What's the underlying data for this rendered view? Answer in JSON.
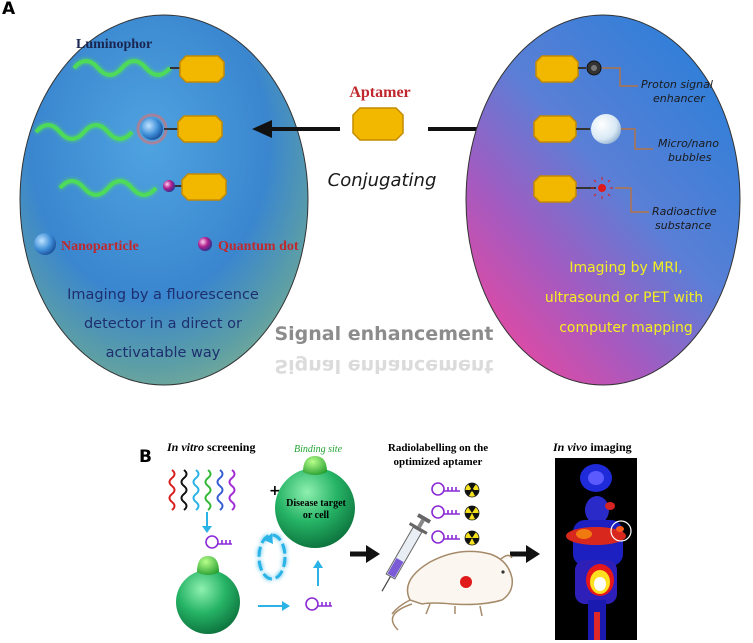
{
  "panel_a": {
    "label": "A",
    "left_ellipse": {
      "luminophor_label": "Luminophor",
      "legend": {
        "nanoparticle": "Nanoparticle",
        "quantum_dot": "Quantum dot"
      },
      "caption_lines": [
        "Imaging by a fluorescence",
        "detector in a direct or",
        "activatable way"
      ]
    },
    "center": {
      "aptamer_label": "Aptamer",
      "conjugating_label": "Conjugating",
      "signal_enhancement": "Signal enhancement"
    },
    "right_ellipse": {
      "items": [
        {
          "lines": [
            "Proton signal",
            "enhancer"
          ]
        },
        {
          "lines": [
            "Micro/nano",
            "bubbles"
          ]
        },
        {
          "lines": [
            "Radioactive",
            "substance"
          ]
        }
      ],
      "caption_lines": [
        "Imaging by MRI,",
        "ultrasound or PET with",
        "computer mapping"
      ]
    },
    "colors": {
      "aptamer_fill": "#f2b800",
      "aptamer_red_text": "#c0282d",
      "caption_blue": "#1d2f6e",
      "caption_yellow": "#f4f01f"
    }
  },
  "panel_b": {
    "label": "B",
    "in_vitro_italic": "In vitro",
    "in_vitro_rest": " screening",
    "plus": "+",
    "binding_site": "Binding site",
    "disease_target_lines": [
      "Disease target",
      "or cell"
    ],
    "radiolabelling_lines": [
      "Radiolabelling on the",
      "optimized aptamer"
    ],
    "in_vivo_italic": "In vivo",
    "in_vivo_rest": " imaging"
  }
}
